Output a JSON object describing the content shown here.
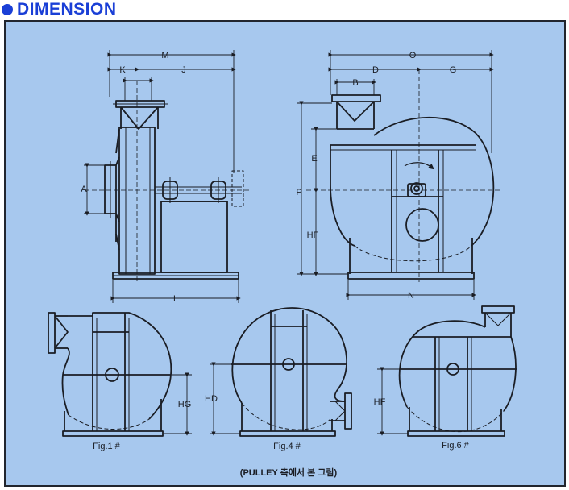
{
  "header": {
    "title": "DIMENSION"
  },
  "colors": {
    "accent": "#1a3fd6",
    "panel_bg": "#a7c8ee",
    "line": "#1a1d24"
  },
  "side_view": {
    "dims": {
      "M": "M",
      "K": "K",
      "J": "J",
      "A": "A",
      "L": "L"
    }
  },
  "front_view": {
    "dims": {
      "O": "O",
      "D": "D",
      "G": "G",
      "B": "B",
      "E": "E",
      "P": "P",
      "HF": "HF",
      "N": "N"
    }
  },
  "figures": [
    {
      "label": "Fig.1 #",
      "dim": "HG"
    },
    {
      "label": "Fig.4 #",
      "dim": "HD"
    },
    {
      "label": "Fig.6 #",
      "dim": "HF"
    }
  ],
  "caption": "(PULLEY 측에서 본 그림)"
}
